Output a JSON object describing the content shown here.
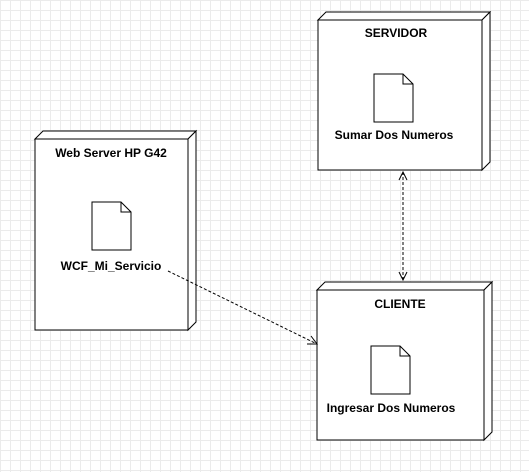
{
  "diagram": {
    "type": "deployment",
    "nodes": [
      {
        "id": "servidor",
        "title": "SERVIDOR",
        "artifact": "Sumar Dos Numeros"
      },
      {
        "id": "webserver",
        "title": "Web Server HP G42",
        "artifact": "WCF_Mi_Servicio"
      },
      {
        "id": "cliente",
        "title": "CLIENTE",
        "artifact": "Ingresar Dos Numeros"
      }
    ],
    "connectors": [
      {
        "from": "servidor",
        "to": "cliente",
        "style": "dashed",
        "arrows": "both"
      },
      {
        "from": "webserver",
        "to": "cliente",
        "style": "dashed",
        "arrows": "end"
      }
    ]
  }
}
